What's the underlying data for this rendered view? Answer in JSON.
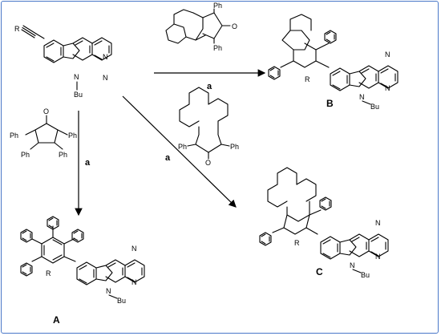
{
  "reagent_label": "a",
  "compounds": {
    "A": "A",
    "B": "B",
    "C": "C"
  },
  "atoms": {
    "R": "R",
    "N": "N",
    "Bu": "Bu",
    "Ph": "Ph",
    "O": "O"
  },
  "colors": {
    "frame_border": "#4a78c8",
    "ink": "#000000"
  }
}
